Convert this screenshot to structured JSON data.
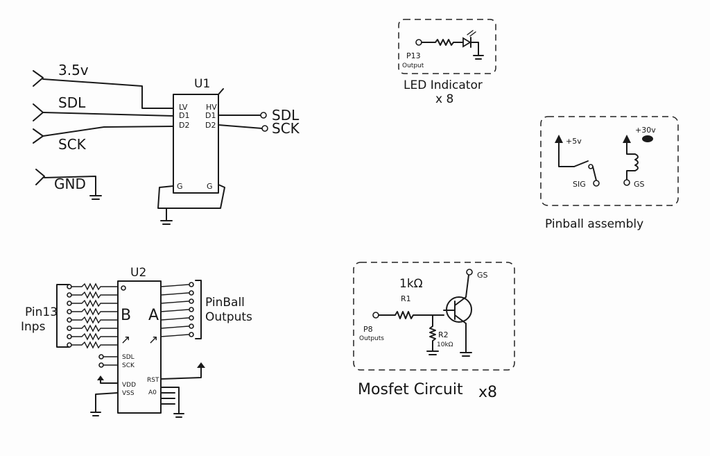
{
  "u1": {
    "ref": "U1",
    "left_pins": [
      "LV",
      "D1",
      "D2"
    ],
    "right_pins": [
      "HV",
      "D1",
      "D2"
    ],
    "bottom_pins": [
      "G",
      "G"
    ],
    "inputs": [
      "3.5v",
      "SDL",
      "SCK",
      "GND"
    ],
    "outputs": [
      "SDL",
      "SCK"
    ]
  },
  "u2": {
    "ref": "U2",
    "port_b": "B",
    "port_a": "A",
    "lower_left_pins": [
      "SDL",
      "SCK",
      "VDD",
      "VSS"
    ],
    "lower_right_pins": [
      "RST",
      "A0"
    ],
    "in_label": "Pin13\nInps",
    "out_label": "PinBall\nOutputs"
  },
  "led": {
    "pin": "P13",
    "pin_sub": "Output",
    "caption": "LED Indicator",
    "multiplier": "x 8"
  },
  "pinball": {
    "supply_low": "+5v",
    "supply_high": "+30v",
    "sig": "SIG",
    "gs": "GS",
    "caption": "Pinball assembly"
  },
  "mosfet": {
    "r1_value": "1kΩ",
    "r1_name": "R1",
    "r2_name": "R2",
    "r2_value": "10kΩ",
    "pin": "P8",
    "pin_sub": "Outputs",
    "gs": "GS",
    "caption": "Mosfet Circuit",
    "multiplier": "x8"
  }
}
